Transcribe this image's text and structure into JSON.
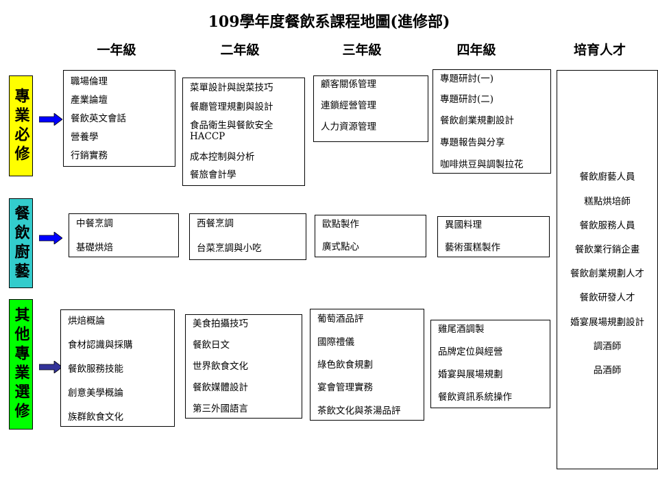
{
  "title": "109學年度餐飲系課程地圖(進修部)",
  "columns": [
    "一年級",
    "二年級",
    "三年級",
    "四年級",
    "培育人才"
  ],
  "categories": [
    {
      "label": "專業必修",
      "color": "#ffff00"
    },
    {
      "label": "餐飲廚藝",
      "color": "#33cccc"
    },
    {
      "label": "其他專業選修",
      "color": "#00ff00"
    }
  ],
  "courses": {
    "required": {
      "year1": [
        "職場倫理",
        "產業論壇",
        "餐飲英文會話",
        "營養學",
        "行銷實務"
      ],
      "year2": [
        "菜單設計與說菜技巧",
        "餐廳管理規劃與設計",
        "食品衛生與餐飲安全\nHACCP",
        "成本控制與分析",
        "餐旅會計學"
      ],
      "year3": [
        "顧客關係管理",
        "連鎖經營管理",
        "人力資源管理"
      ],
      "year4": [
        "專題研討(一)",
        "專題研討(二)",
        "餐飲創業規劃設計",
        "專題報告與分享",
        "咖啡烘豆與調製拉花"
      ]
    },
    "culinary": {
      "year1": [
        "中餐烹調",
        "基礎烘焙"
      ],
      "year2": [
        "西餐烹調",
        "台菜烹調與小吃"
      ],
      "year3": [
        "歐點製作",
        "廣式點心"
      ],
      "year4": [
        "異國料理",
        "藝術蛋糕製作"
      ]
    },
    "elective": {
      "year1": [
        "烘焙概論",
        "食材認識與採購",
        "餐飲服務技能",
        "創意美學概論",
        "族群飲食文化"
      ],
      "year2": [
        "美食拍攝技巧",
        "餐飲日文",
        "世界飲食文化",
        "餐飲媒體設計",
        "第三外國語言"
      ],
      "year3": [
        "葡萄酒品評",
        "國際禮儀",
        "綠色飲食規劃",
        "宴會管理實務",
        "茶飲文化與茶湯品評"
      ],
      "year4": [
        "雞尾酒調製",
        "品牌定位與經營",
        "婚宴與展場規劃",
        "餐飲資訊系統操作"
      ]
    }
  },
  "talents": [
    "餐飲廚藝人員",
    "糕點烘培師",
    "餐飲服務人員",
    "餐飲業行銷企畫",
    "餐飲創業規劃人才",
    "餐飲研發人才",
    "婚宴展場規劃設計",
    "調酒師",
    "品酒師"
  ],
  "arrow_colors": [
    "#0000ff",
    "#0000ff",
    "#333399"
  ]
}
